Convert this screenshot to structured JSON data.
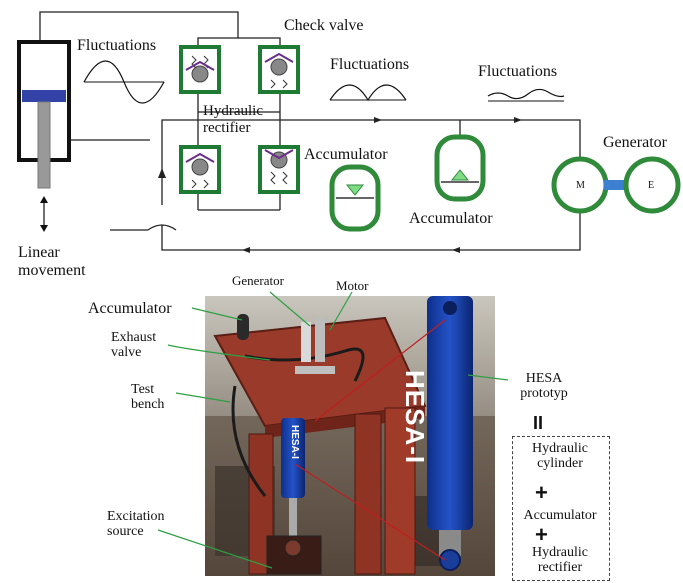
{
  "schematic": {
    "check_valve": "Check valve",
    "fluctuations_left": "Fluctuations",
    "fluctuations_mid": "Fluctuations",
    "fluctuations_right": "Fluctuations",
    "hydraulic_rectifier_line1": "Hydraulic",
    "hydraulic_rectifier_line2": "rectifier",
    "accumulator_top": "Accumulator",
    "accumulator_bottom": "Accumulator",
    "generator": "Generator",
    "motor_letter": "M",
    "generator_letter": "E",
    "linear_movement_line1": "Linear",
    "linear_movement_line2": "movement"
  },
  "photo": {
    "accumulator": "Accumulator",
    "generator": "Generator",
    "motor": "Motor",
    "exhaust_valve_line1": "Exhaust",
    "exhaust_valve_line2": "valve",
    "test_bench_line1": "Test",
    "test_bench_line2": "bench",
    "excitation_line1": "Excitation",
    "excitation_line2": "source",
    "hesa_line1": "HESA",
    "hesa_line2": "prototyp",
    "cylinder_text": "HESA-I",
    "small_cylinder_text": "HESA-I"
  },
  "composition": {
    "item1_line1": "Hydraulic",
    "item1_line2": "cylinder",
    "item2": "Accumulator",
    "item3_line1": "Hydraulic",
    "item3_line2": "rectifier"
  }
}
